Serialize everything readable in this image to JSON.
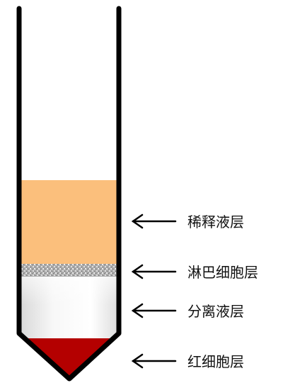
{
  "layers": [
    {
      "id": "diluent",
      "label": "稀释液层",
      "color": "#fbbf7c"
    },
    {
      "id": "lymphocyte",
      "label": "淋巴细胞层",
      "color": "#b5b5b5"
    },
    {
      "id": "separation",
      "label": "分离液层",
      "color": "#eeeeee"
    },
    {
      "id": "rbc",
      "label": "红细胞层",
      "color": "#b40000"
    }
  ]
}
